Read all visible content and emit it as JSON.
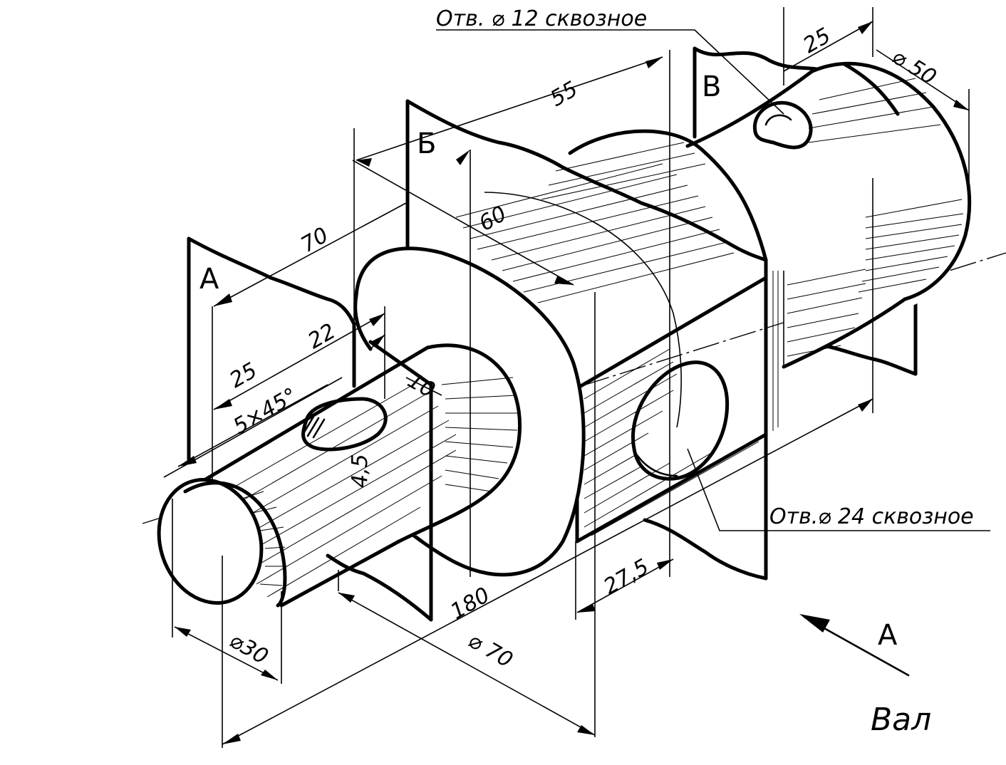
{
  "drawing": {
    "title": "Вал",
    "view_arrow_label": "А",
    "planes": {
      "a": "А",
      "b": "Б",
      "v": "В"
    },
    "notes": {
      "hole_12": "Отв. ⌀ 12 сквозное",
      "hole_24": "Отв.⌀ 24 сквозное"
    },
    "dimensions": {
      "d25_top": "25",
      "d50": "⌀ 50",
      "d55": "55",
      "d70_len": "70",
      "d60": "60",
      "d22": "22",
      "d25_left": "25",
      "chamfer": "5×45°",
      "d10": "10",
      "d45": "4,5",
      "d180": "180",
      "d27_5": "27,5",
      "d30": "⌀30",
      "d70_dia": "⌀ 70"
    }
  }
}
